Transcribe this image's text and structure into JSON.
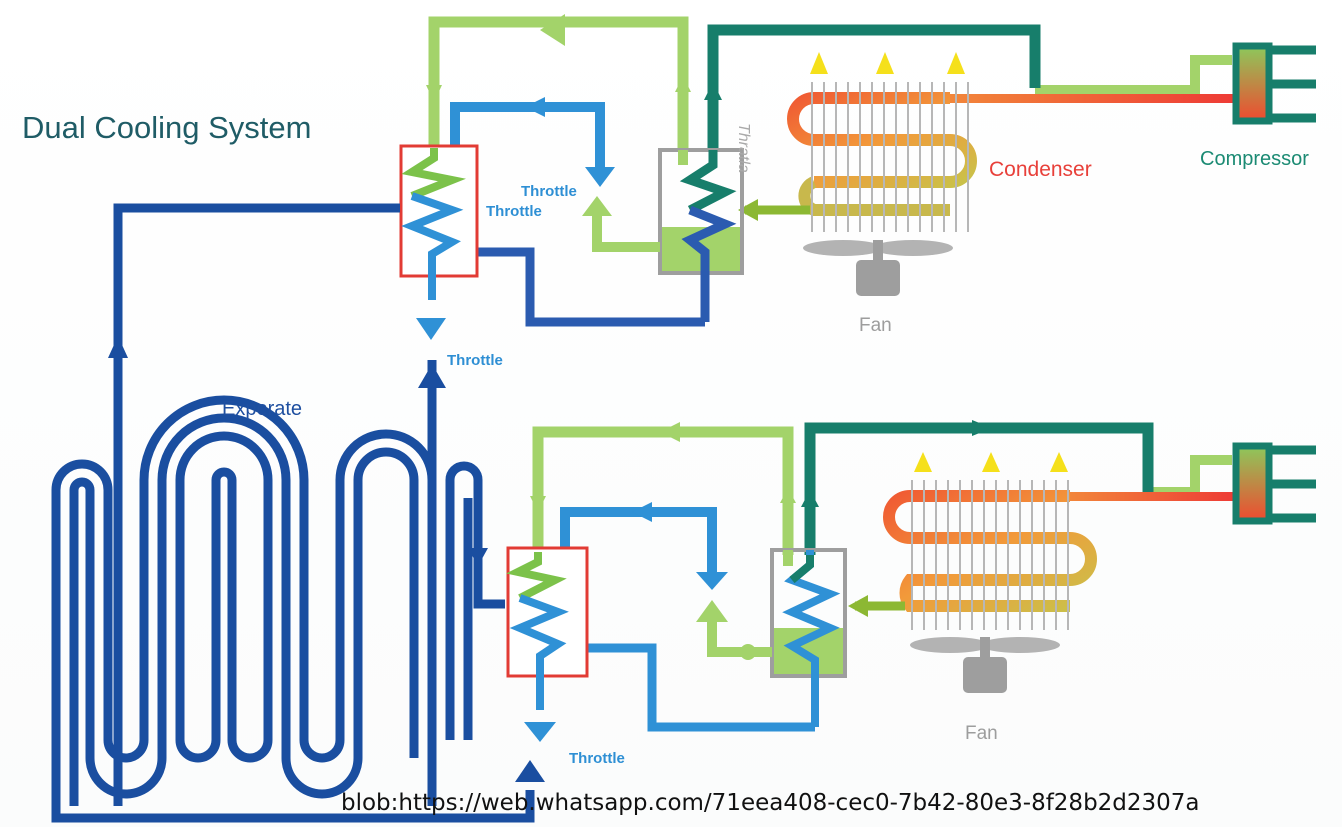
{
  "diagram": {
    "title": "Dual Cooling System",
    "labels": {
      "throttle_upper_right": "Throttle",
      "throttle_upper_left": "Throttle",
      "throttle_upper_bottom": "Throttle",
      "throttle_lower_bottom": "Throttle",
      "thratla": "Thratla",
      "condenser": "Condenser",
      "compressor": "Compressor",
      "fan_upper": "Fan",
      "fan_lower": "Fan",
      "experate": "Experate"
    },
    "colors": {
      "dark_blue": "#1a4ea0",
      "mid_blue": "#2f91d6",
      "light_green": "#a3d36a",
      "teal": "#177e6b",
      "red_box": "#e23b34",
      "red_line": "#f04235",
      "grey": "#9e9e9e",
      "yellow": "#f5e01b"
    }
  },
  "footer": {
    "url": "blob:https://web.whatsapp.com/71eea408-cec0-7b42-80e3-8f28b2d2307a"
  }
}
